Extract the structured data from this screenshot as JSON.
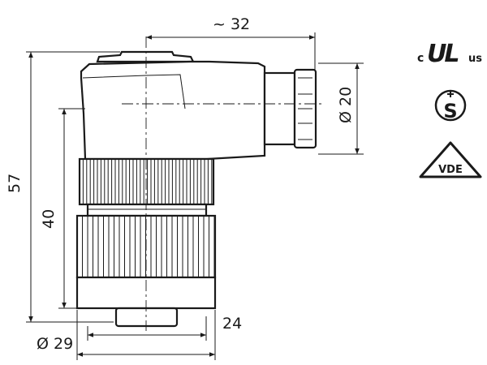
{
  "dimensions": {
    "top_width": "~ 32",
    "overall_height": "57",
    "inner_height": "40",
    "cable_gland_dia": "Ø 20",
    "base_dia": "Ø 29",
    "nut_width": "24"
  },
  "marks": {
    "ul_prefix": "c",
    "ul_core": "UL",
    "ul_suffix": "us",
    "s_mark": "S",
    "vde": "VDE"
  }
}
